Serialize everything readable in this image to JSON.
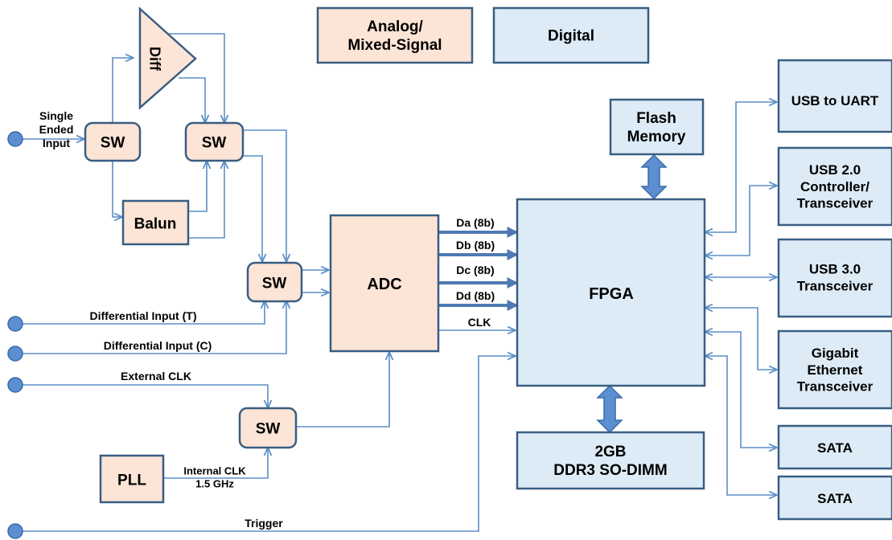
{
  "legend": {
    "analog": "Analog/\nMixed-Signal",
    "digital": "Digital"
  },
  "blocks": {
    "diff": "Diff",
    "sw_input": "SW",
    "sw_select": "SW",
    "balun": "Balun",
    "sw_adc": "SW",
    "adc": "ADC",
    "sw_clk": "SW",
    "pll": "PLL",
    "fpga": "FPGA",
    "flash": "Flash\nMemory",
    "ddr3": "2GB\nDDR3 SO-DIMM",
    "usb_uart": "USB to UART",
    "usb20": "USB 2.0\nController/\nTransceiver",
    "usb30": "USB 3.0\nTransceiver",
    "gige": "Gigabit\nEthernet\nTransceiver",
    "sata1": "SATA",
    "sata2": "SATA"
  },
  "signals": {
    "single_ended": "Single\nEnded\nInput",
    "diff_t": "Differential Input (T)",
    "diff_c": "Differential Input (C)",
    "ext_clk": "External CLK",
    "int_clk": "Internal CLK\n1.5 GHz",
    "trigger": "Trigger",
    "da": "Da (8b)",
    "db": "Db (8b)",
    "dc": "Dc (8b)",
    "dd": "Dd (8b)",
    "clk": "CLK"
  },
  "colors": {
    "analog_fill": "#fce4d6",
    "digital_fill": "#dcebf6",
    "border": "#395e82",
    "wire": "#5b8fc9",
    "port": "#5b8fd1"
  }
}
